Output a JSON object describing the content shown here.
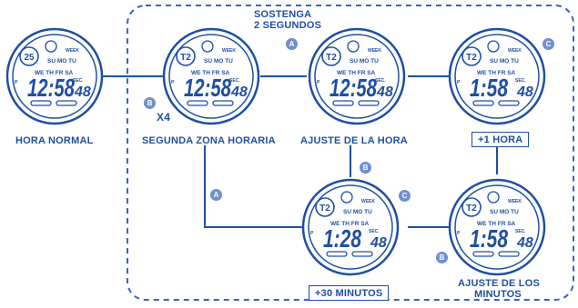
{
  "title": "SOSTENGA 2 SEGUNDOS",
  "title_lines": [
    "SOSTENGA",
    "2 SEGUNDOS"
  ],
  "colors": {
    "accent": "#1f4fa3",
    "badge": "#6f8fd0",
    "frame": "#3a64b8"
  },
  "watch_text": {
    "week": "WEEK",
    "days_top": "SU MO TU",
    "days_bottom": "WE TH FR SA",
    "sec": "SEC.",
    "p": "P"
  },
  "watches": [
    {
      "id": "hora-normal",
      "label": "HORA NORMAL",
      "badge": "25",
      "time": "12:58",
      "seconds": "48",
      "boxed": false
    },
    {
      "id": "segunda-zona",
      "label": "SEGUNDA ZONA HORARIA",
      "badge": "T2",
      "time": "12:58",
      "seconds": "48",
      "boxed": false
    },
    {
      "id": "ajuste-hora",
      "label": "AJUSTE DE LA HORA",
      "badge": "T2",
      "time": "12:58",
      "seconds": "48",
      "boxed": false
    },
    {
      "id": "mas-una-hora",
      "label": "+1 HORA",
      "badge": "T2",
      "time": "1:58",
      "seconds": "48",
      "boxed": true
    },
    {
      "id": "mas-30-minutos",
      "label": "+30 MINUTOS",
      "badge": "T2",
      "time": "1:28",
      "seconds": "48",
      "boxed": true
    },
    {
      "id": "ajuste-minutos",
      "label": "AJUSTE DE LOS MINUTOS",
      "label_lines": [
        "AJUSTE DE LOS",
        "MINUTOS"
      ],
      "badge": "T2",
      "time": "1:58",
      "seconds": "48",
      "boxed": false
    }
  ],
  "buttons": {
    "a": "A",
    "b": "B",
    "c": "C"
  },
  "repeat": "X4"
}
